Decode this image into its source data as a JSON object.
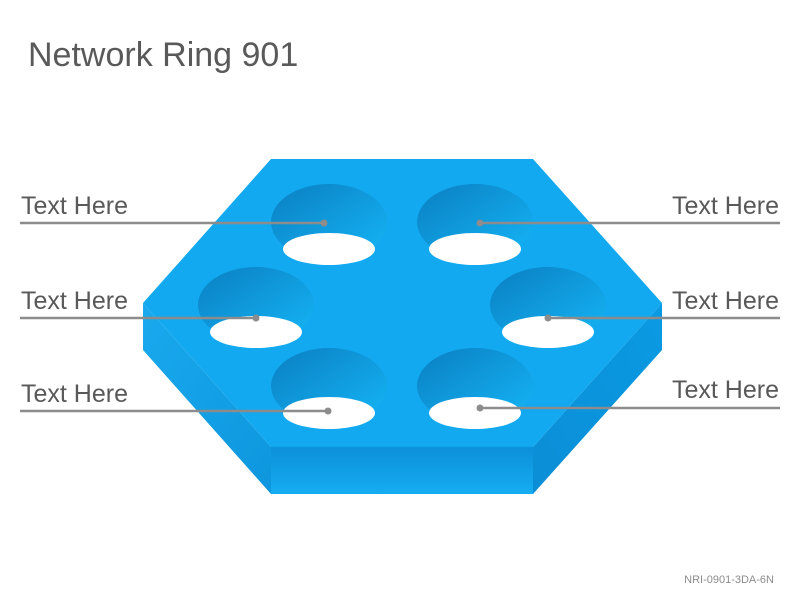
{
  "title": "Network Ring 901",
  "footer_code": "NRI-0901-3DA-6N",
  "colors": {
    "top_face": "#12a9f1",
    "side_face": "#0b92d9",
    "front_face": "#099fe6",
    "hole_top": "#0a8bd0",
    "connector": "#8c8c8c",
    "text": "#595959"
  },
  "labels": [
    {
      "id": "left-1",
      "text": "Text Here"
    },
    {
      "id": "left-2",
      "text": "Text Here"
    },
    {
      "id": "left-3",
      "text": "Text Here"
    },
    {
      "id": "right-1",
      "text": "Text Here"
    },
    {
      "id": "right-2",
      "text": "Text Here"
    },
    {
      "id": "right-3",
      "text": "Text Here"
    }
  ]
}
